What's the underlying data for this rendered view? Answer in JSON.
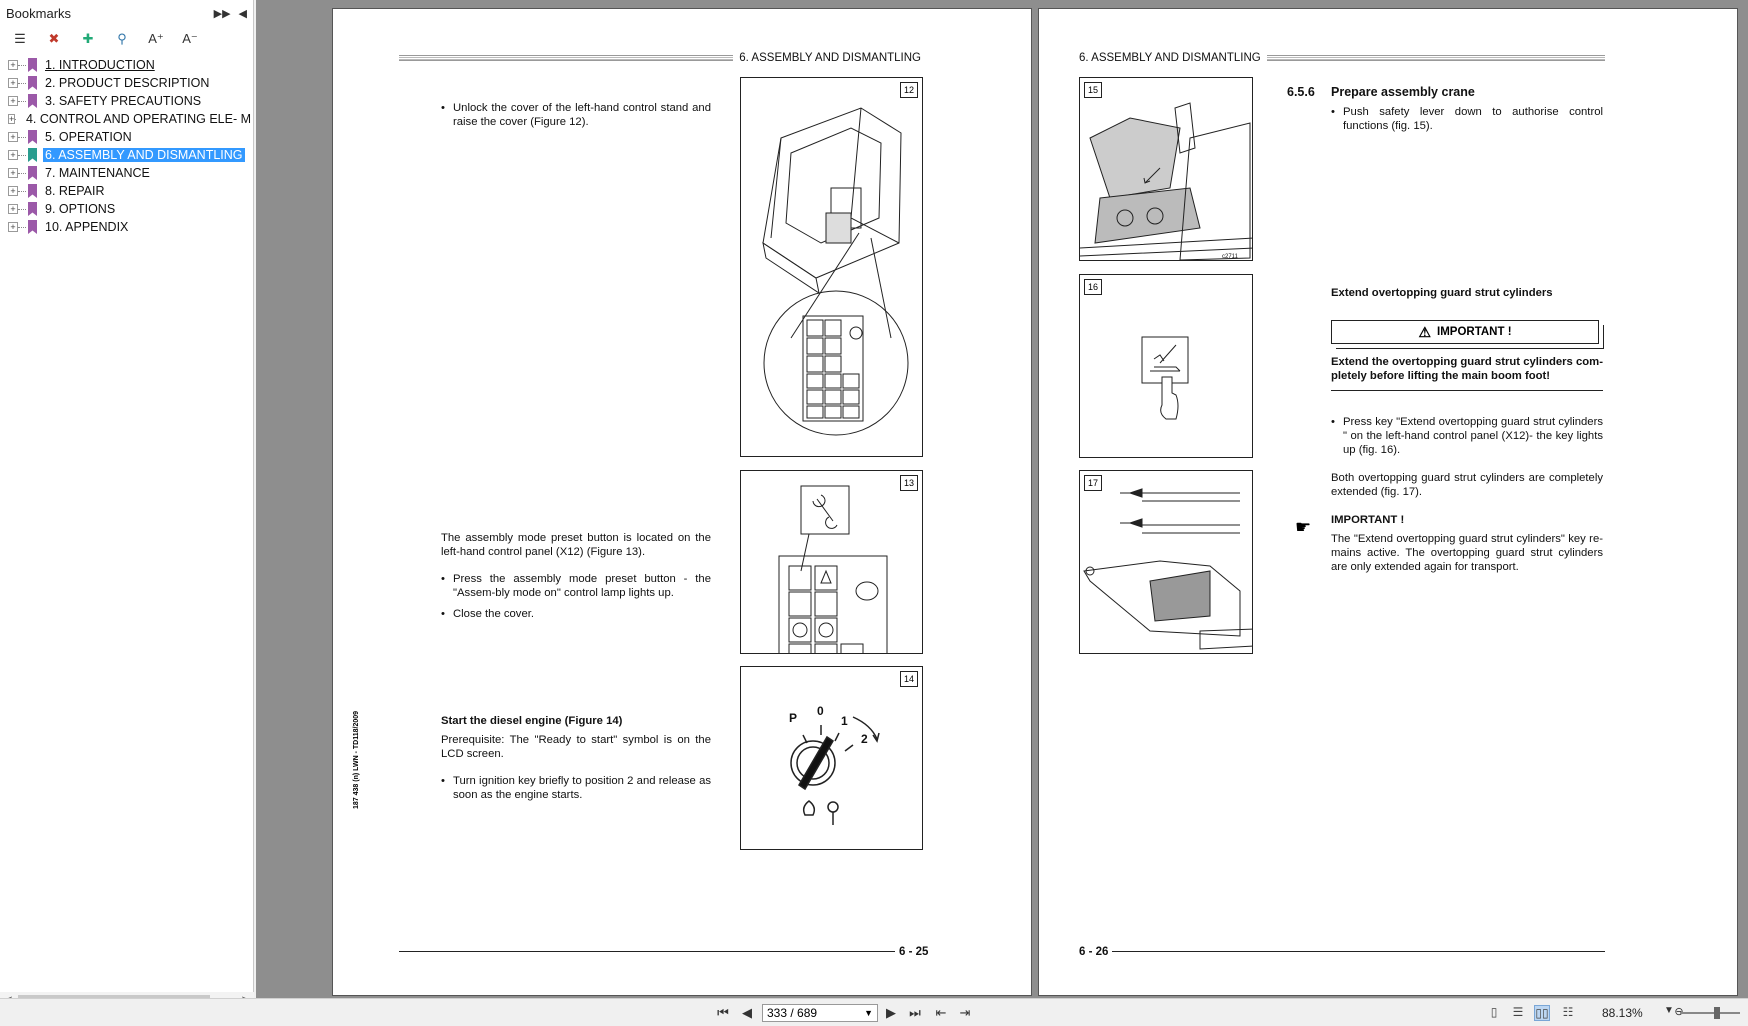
{
  "sidebar": {
    "title": "Bookmarks",
    "bookmarks": [
      {
        "label": "1. INTRODUCTION"
      },
      {
        "label": "2. PRODUCT DESCRIPTION"
      },
      {
        "label": "3. SAFETY PRECAUTIONS"
      },
      {
        "label": "4. CONTROL AND OPERATING ELE- M"
      },
      {
        "label": "5. OPERATION"
      },
      {
        "label": "6. ASSEMBLY AND DISMANTLING"
      },
      {
        "label": "7. MAINTENANCE"
      },
      {
        "label": "8. REPAIR"
      },
      {
        "label": "9. OPTIONS"
      },
      {
        "label": "10. APPENDIX"
      }
    ],
    "selected_index": 5
  },
  "left_page": {
    "header": "6. ASSEMBLY AND DISMANTLING",
    "bullet1": "Unlock the cover of the left-hand control stand and raise the cover (Figure 12).",
    "para_assembly": "The assembly mode preset button is located on the left-hand control panel (X12) (Figure 13).",
    "bullet2": "Press the assembly mode preset button - the \"Assem-bly mode on\" control lamp lights up.",
    "bullet3": "Close the cover.",
    "heading_diesel": "Start the diesel engine (Figure 14)",
    "para_prereq": "Prerequisite: The \"Ready to start\" symbol is on the LCD screen.",
    "bullet4": "Turn ignition key briefly to position 2 and release as soon as the engine starts.",
    "side_code": "187 438 (n) LWN - TD118/2009",
    "fig12": "12",
    "fig13": "13",
    "fig14": "14",
    "key_positions": {
      "p": "P",
      "zero": "0",
      "one": "1",
      "two": "2"
    },
    "page_number": "6 - 25"
  },
  "right_page": {
    "header": "6. ASSEMBLY AND DISMANTLING",
    "section_num": "6.5.6",
    "section_title": "Prepare assembly crane",
    "bullet_safety": "Push safety lever down to authorise control functions (fig. 15).",
    "subheading": "Extend overtopping guard strut cylinders",
    "important_box": "IMPORTANT !",
    "warning_text": "Extend the overtopping guard strut cylinders com-pletely before lifting the main boom foot!",
    "bullet_press": "Press key \"Extend overtopping guard strut cylinders \" on the left-hand control panel (X12)- the key lights up (fig. 16).",
    "para_both": "Both overtopping guard strut cylinders are completely extended (fig. 17).",
    "important_heading": "IMPORTANT !",
    "important_text": "The \"Extend overtopping guard strut cylinders\" key re-mains active. The overtopping guard strut cylinders are only extended again for transport.",
    "fig15": "15",
    "fig15_code": "c2711",
    "fig16": "16",
    "fig17": "17",
    "page_number": "6 - 26"
  },
  "statusbar": {
    "page_field": "333 / 689",
    "zoom": "88.13%"
  }
}
